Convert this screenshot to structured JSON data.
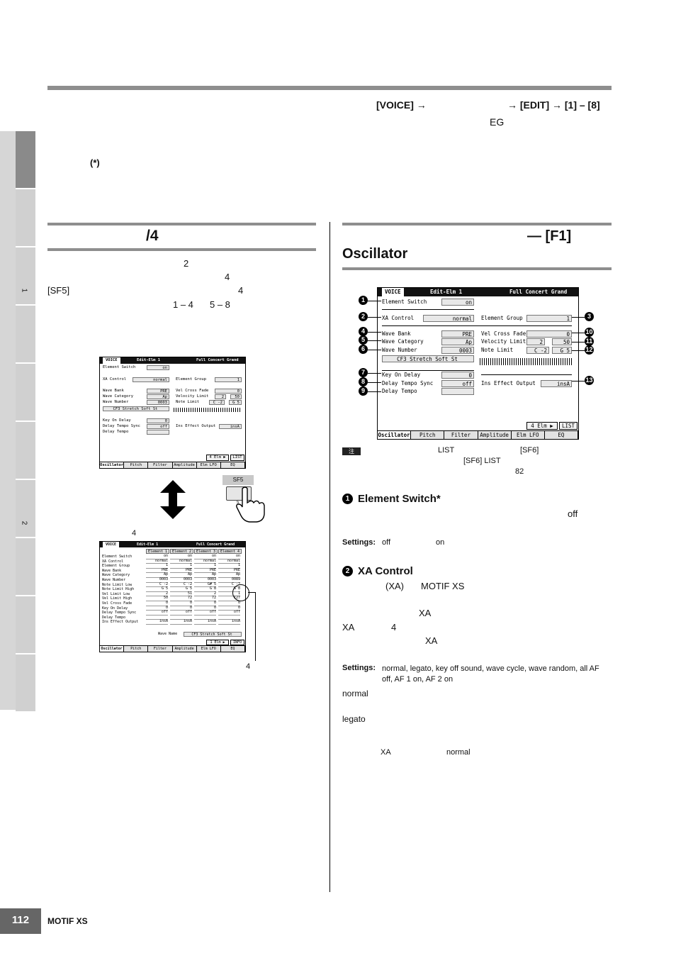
{
  "side_tabs": {
    "label_1": "1",
    "label_2": "2"
  },
  "header": {
    "nav_voice": "[VOICE] →",
    "nav_edit": "→ [EDIT] → [1] – [8]",
    "eg": "EG",
    "asterisk_note": "(*)"
  },
  "left_section": {
    "title": "/4",
    "line1": "2",
    "line2": "4",
    "line3_key": "[SF5]",
    "line3_num": "4",
    "line4": "1 – 4",
    "line4b": "5 – 8",
    "sf5_label": "SF5",
    "sf5_sub": "5",
    "caption_4_top": "4",
    "caption_4_bottom": "4"
  },
  "right_section": {
    "title_tab": "— [F1]",
    "title": "Oscillator",
    "note_icon": "注",
    "note_list": "LIST",
    "note_sf6": "[SF6]",
    "note_sf6_list": "[SF6] LIST",
    "note_page": "82"
  },
  "lcd_single": {
    "mode": "VOICE",
    "edit": "Edit-Elm 1",
    "voice_name": "Full Concert Grand",
    "element_switch": "Element Switch",
    "element_switch_val": "on",
    "xa_control": "XA Control",
    "xa_control_val": "normal",
    "element_group": "Element Group",
    "element_group_val": "1",
    "wave_bank": "Wave Bank",
    "wave_bank_val": "PRE",
    "wave_category": "Wave Category",
    "wave_category_val": "Ap",
    "wave_number": "Wave Number",
    "wave_number_val": "0003",
    "wave_name": "CF3 Stretch Soft St",
    "vel_cross_fade": "Vel Cross Fade",
    "vel_cross_fade_val": "0",
    "velocity_limit": "Velocity Limit",
    "velocity_lo": "2",
    "velocity_hi": "50",
    "note_limit": "Note Limit",
    "note_lo": "C -2",
    "note_hi": "G 5",
    "key_on_delay": "Key On Delay",
    "key_on_delay_val": "0",
    "delay_tempo_sync": "Delay Tempo Sync",
    "delay_tempo_sync_val": "off",
    "delay_tempo": "Delay Tempo",
    "ins_effect_output": "Ins Effect Output",
    "ins_effect_output_val": "insA",
    "btn_4elm": "4 Elm ▶",
    "btn_list": "LIST",
    "tabs": [
      "Oscillator",
      "Pitch",
      "Filter",
      "Amplitude",
      "Elm LFO",
      "EQ"
    ]
  },
  "lcd_multi": {
    "mode": "VOICE",
    "edit": "Edit-Elm 1",
    "voice_name": "Full Concert Grand",
    "columns": [
      "Element 1",
      "Element 2",
      "Element 3",
      "Element 4"
    ],
    "rows": [
      {
        "label": "Element Switch",
        "vals": [
          "on",
          "on",
          "on",
          "on"
        ]
      },
      {
        "label": "XA Control",
        "vals": [
          "normal",
          "normal",
          "normal",
          "normal"
        ]
      },
      {
        "label": "Element Group",
        "vals": [
          "1",
          "1",
          "1",
          "1"
        ]
      },
      {
        "label": "Wave Bank",
        "vals": [
          "PRE",
          "PRE",
          "PRE",
          "PRE"
        ]
      },
      {
        "label": "Wave Category",
        "vals": [
          "Ap",
          "Ap",
          "Ap",
          "Ap"
        ]
      },
      {
        "label": "Wave Number",
        "vals": [
          "0003",
          "0003",
          "0003",
          "0089"
        ]
      },
      {
        "label": "Note Limit Low",
        "vals": [
          "C -2",
          "C -2",
          "G# 5",
          "C -2"
        ]
      },
      {
        "label": "Note Limit High",
        "vals": [
          "G 5",
          "G 5",
          "G 8",
          "G 8"
        ]
      },
      {
        "label": "Vel Limit Low",
        "vals": [
          "2",
          "51",
          "2",
          "1"
        ]
      },
      {
        "label": "Vel Limit High",
        "vals": [
          "50",
          "72",
          "72",
          "127"
        ]
      },
      {
        "label": "Vel Cross Fade",
        "vals": [
          "0",
          "0",
          "0",
          "0"
        ]
      },
      {
        "label": "Key On Delay",
        "vals": [
          "0",
          "0",
          "0",
          "0"
        ]
      },
      {
        "label": "Delay Tempo Sync",
        "vals": [
          "off",
          "off",
          "off",
          "off"
        ]
      },
      {
        "label": "Delay Tempo",
        "vals": [
          "",
          "",
          "",
          ""
        ]
      },
      {
        "label": "Ins Effect Output",
        "vals": [
          "insA",
          "insA",
          "insA",
          "insA"
        ]
      }
    ],
    "wave_name_label": "Wave Name",
    "wave_name": "CF3 Stretch Soft St",
    "btn_1elm": "1 Elm ▶",
    "btn_info": "INFO",
    "tabs": [
      "Oscillator",
      "Pitch",
      "Filter",
      "Amplitude",
      "Elm LFO",
      "EQ"
    ]
  },
  "callouts": [
    "1",
    "2",
    "3",
    "4",
    "5",
    "6",
    "7",
    "8",
    "9",
    "10",
    "11",
    "12",
    "13"
  ],
  "params": {
    "p1_num": "1",
    "p1_title": "Element Switch*",
    "p1_off": "off",
    "p1_settings_label": "Settings:",
    "p1_settings_off": "off",
    "p1_settings_on": "on",
    "p2_num": "2",
    "p2_title": "XA Control",
    "p2_xa": "(XA)",
    "p2_motif": "MOTIF XS",
    "p2_xa2": "XA",
    "p2_xa3": "XA",
    "p2_four": "4",
    "p2_xa4": "XA",
    "p2_settings_label": "Settings:",
    "p2_settings_values": "normal, legato, key off sound, wave cycle, wave random, all AF off, AF 1 on, AF 2 on",
    "p2_normal": "normal",
    "p2_legato": "legato",
    "p2_xa5": "XA",
    "p2_normal2": "normal"
  },
  "footer": {
    "page": "112",
    "product": "MOTIF XS"
  }
}
